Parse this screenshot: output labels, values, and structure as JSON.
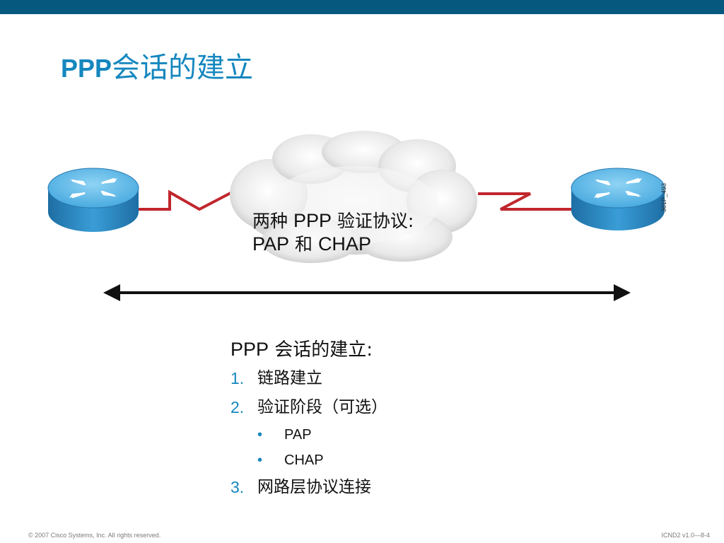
{
  "slide": {
    "title_latin": "PPP",
    "title_cjk": "会话的建立",
    "cloud_line1_a": "两种 ",
    "cloud_line1_b": "PPP",
    "cloud_line1_c": " 验证协议:",
    "cloud_line2_a": "PAP",
    "cloud_line2_b": " 和 ",
    "cloud_line2_c": "CHAP",
    "side_tag": "301P_493",
    "heading_latin": "PPP",
    "heading_cjk": " 会话的建立:",
    "steps": [
      {
        "num": "1.",
        "text": "链路建立"
      },
      {
        "num": "2.",
        "text": "验证阶段（可选）"
      },
      {
        "num": "3.",
        "text": "网路层协议连接"
      }
    ],
    "auth_items": [
      "PAP",
      "CHAP"
    ],
    "bullet": "•",
    "footer_left": "© 2007 Cisco Systems, Inc. All rights reserved.",
    "footer_right": "ICND2 v1.0—8-4"
  },
  "colors": {
    "top_bar": "#07587f",
    "title": "#1587bf",
    "router_body": "#2a8cc7",
    "router_top": "#5ab8e6",
    "serial_line": "#c0262d"
  },
  "icons": [
    "router-icon",
    "router-icon",
    "cloud-icon",
    "double-arrow-icon"
  ]
}
